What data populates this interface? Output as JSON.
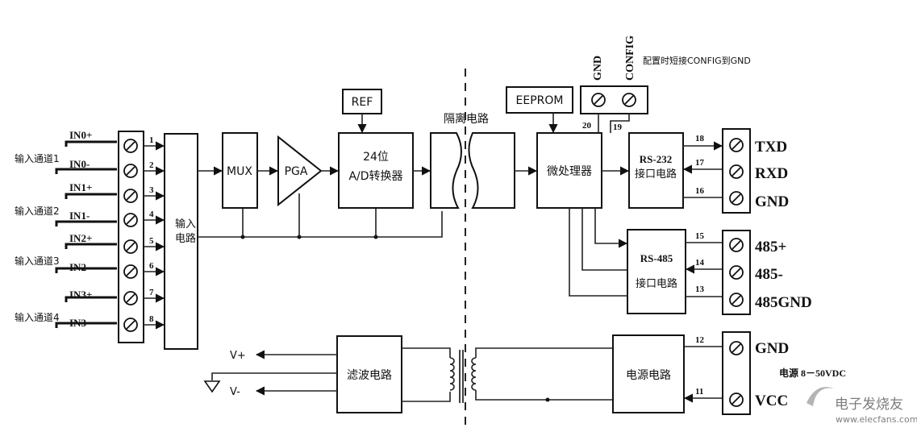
{
  "inputs": {
    "channels": [
      {
        "label": "输入通道1",
        "pos": "IN0+",
        "neg": "IN0-"
      },
      {
        "label": "输入通道2",
        "pos": "IN1+",
        "neg": "IN1-"
      },
      {
        "label": "输入通道3",
        "pos": "IN2+",
        "neg": "IN2-"
      },
      {
        "label": "输入通道4",
        "pos": "IN3+",
        "neg": "IN3-"
      }
    ],
    "pins": [
      "1",
      "2",
      "3",
      "4",
      "5",
      "6",
      "7",
      "8"
    ]
  },
  "blocks": {
    "input_circuit": "输入电路",
    "mux": "MUX",
    "pga": "PGA",
    "ref": "REF",
    "adc_line1": "24位",
    "adc_line2": "A/D转换器",
    "isolation": "隔离电路",
    "eeprom": "EEPROM",
    "mcu": "微处理器",
    "rs232_line1": "RS-232",
    "rs232_line2": "接口电路",
    "rs485_line1": "RS-485",
    "rs485_line2": "接口电路",
    "filter": "滤波电路",
    "power": "电源电路"
  },
  "config": {
    "gnd": "GND",
    "config": "CONFIG",
    "note": "配置时短接CONFIG到GND",
    "pin_20": "20",
    "pin_19": "19"
  },
  "rs232_terminals": [
    {
      "pin": "18",
      "label": "TXD"
    },
    {
      "pin": "17",
      "label": "RXD"
    },
    {
      "pin": "16",
      "label": "GND"
    }
  ],
  "rs485_terminals": [
    {
      "pin": "15",
      "label": "485+"
    },
    {
      "pin": "14",
      "label": "485-"
    },
    {
      "pin": "13",
      "label": "485GND"
    }
  ],
  "power_terminals": [
    {
      "pin": "12",
      "label": "GND"
    },
    {
      "pin": "11",
      "label": "VCC"
    }
  ],
  "power_note": "电源  8－50VDC",
  "outputs": {
    "vplus": "V+",
    "vminus": "V-"
  },
  "watermark": {
    "cn": "电子发烧友",
    "url": "www.elecfans.com"
  },
  "colors": {
    "line": "#111111",
    "background": "#ffffff"
  }
}
